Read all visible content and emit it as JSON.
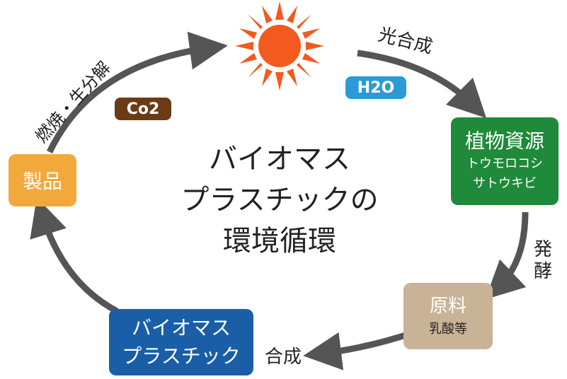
{
  "center_title": {
    "line1": "バイオマス",
    "line2": "プラスチックの",
    "line3": "環境循環"
  },
  "nodes": {
    "plant": {
      "title": "植物資源",
      "sub1": "トウモロコシ",
      "sub2": "サトウキビ",
      "color": "#1f8a3a"
    },
    "material": {
      "title": "原料",
      "sub": "乳酸等",
      "color": "#c9b396"
    },
    "bioplastic": {
      "line1": "バイオマス",
      "line2": "プラスチック",
      "color": "#1a5ea8"
    },
    "product": {
      "title": "製品",
      "color": "#f2a93b"
    }
  },
  "badges": {
    "h2o": {
      "text": "H2O",
      "color": "#2a9bd6"
    },
    "co2": {
      "text": "Co2",
      "color": "#6b3b16"
    }
  },
  "arrow_labels": {
    "photosynthesis": "光合成",
    "fermentation_1": "発",
    "fermentation_2": "酵",
    "synthesis": "合成",
    "combustion": "燃焼・生分解"
  },
  "colors": {
    "sun": "#f25a1e",
    "arrow": "#555555"
  },
  "icons": {
    "sun": "sun-icon"
  }
}
